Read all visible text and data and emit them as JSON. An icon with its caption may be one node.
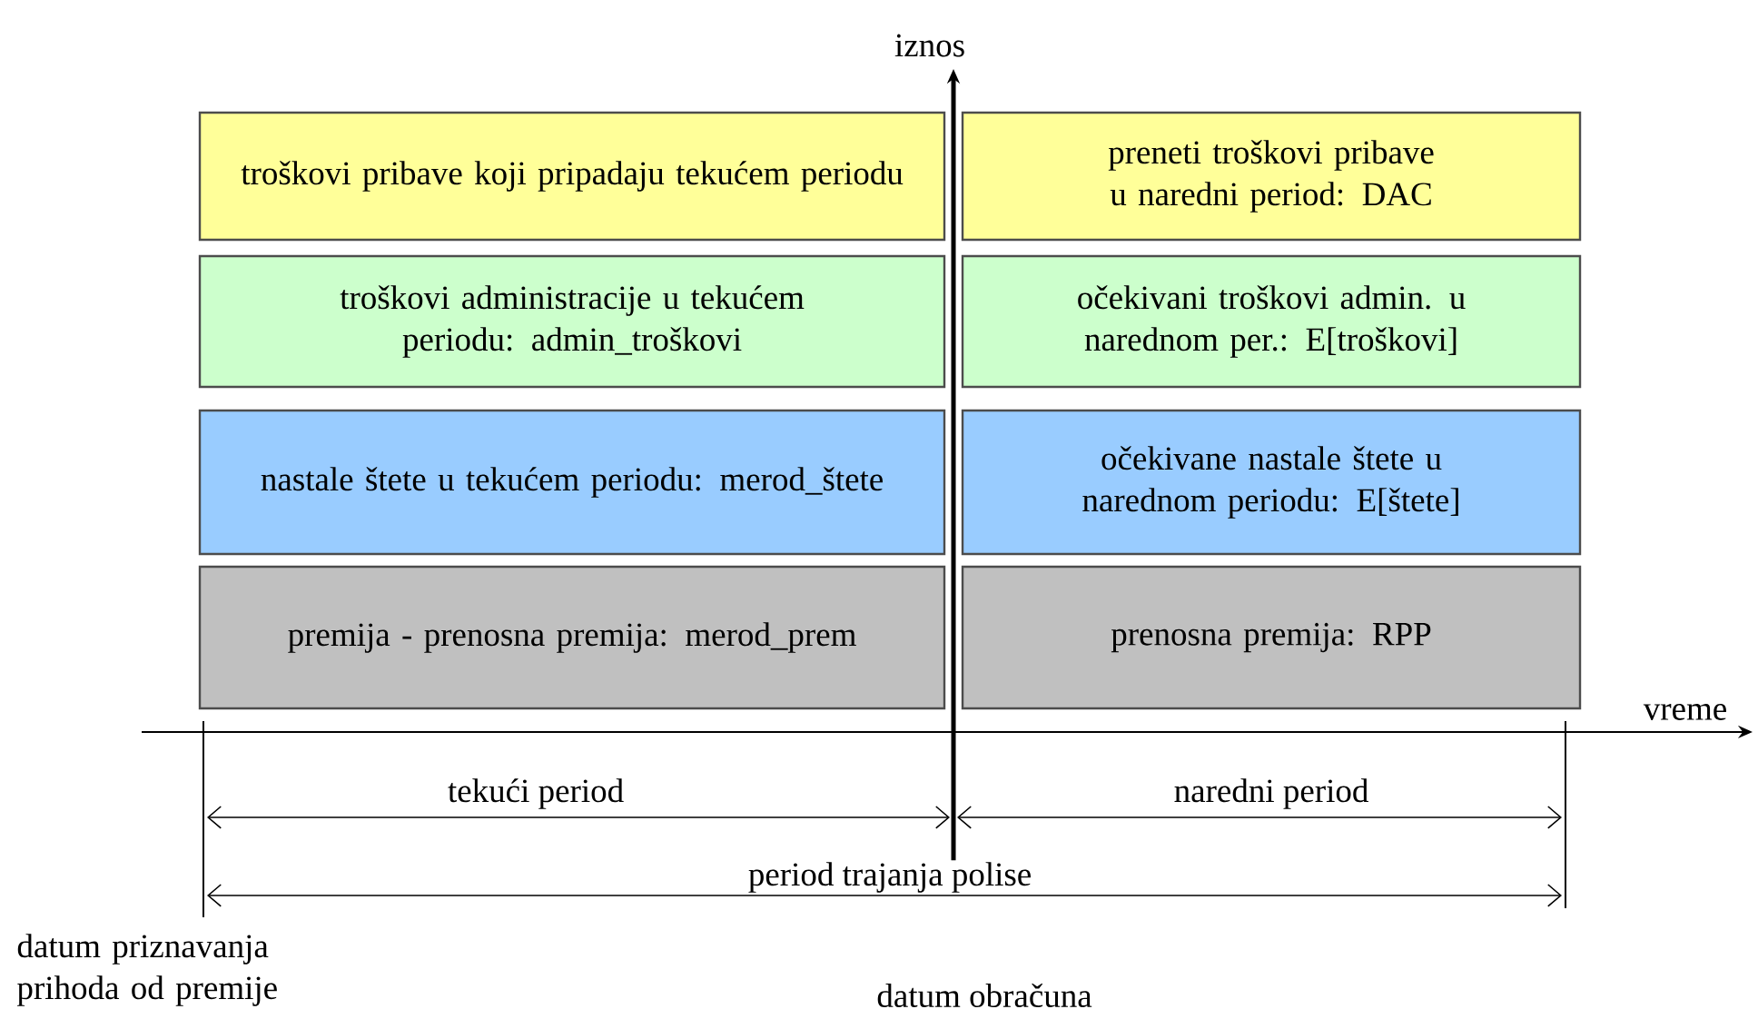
{
  "diagram": {
    "nodes": [
      {
        "text": [
          "troškovi pribave koji pripadaju tekućem periodu"
        ]
      },
      {
        "text": [
          "preneti troškovi pribave u naredni period: DAC"
        ]
      },
      {
        "text": [
          "troškovi administracije u tekućem periodu: admin_troškovi"
        ]
      },
      {
        "text": [
          "očekivani troškovi admin. u narednom per.: E[troškovi]"
        ]
      },
      {
        "text": [
          "nastale štete u tekućem periodu: merod_štete"
        ]
      },
      {
        "text": [
          "očekivane nastale štete u narednom periodu: E[štete]"
        ]
      },
      {
        "text": [
          "premija - prenosna premija: merod_prem"
        ]
      },
      {
        "text": [
          "prenosna premija: RPP"
        ]
      }
    ],
    "labels": [
      "iznos",
      "vreme",
      "tekući period",
      "naredni period",
      "period trajanja polise",
      "datum priznavanja prihoda od premije",
      "datum obračuna"
    ]
  }
}
